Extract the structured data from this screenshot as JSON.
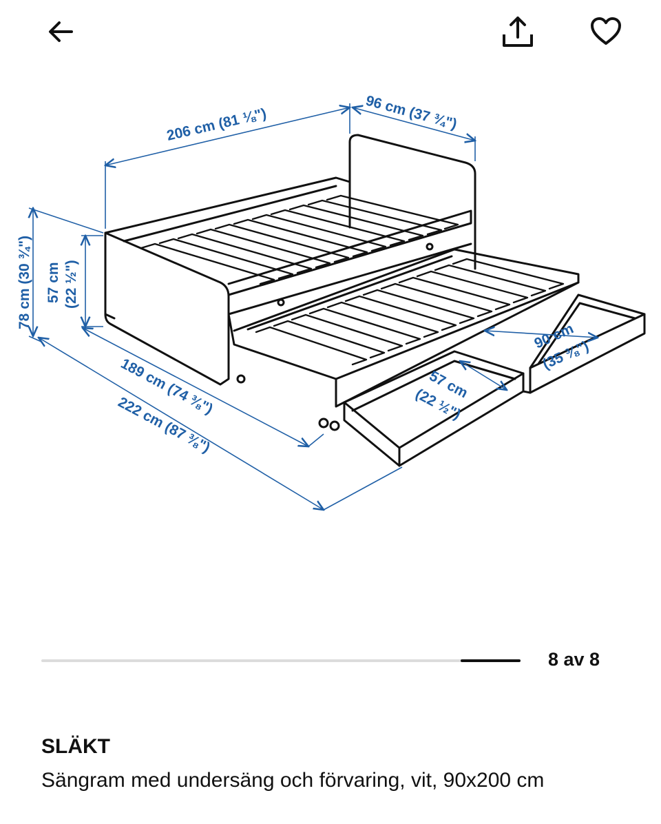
{
  "header": {
    "back_icon": "arrow-left-icon",
    "share_icon": "share-upload-icon",
    "favorite_icon": "heart-outline-icon"
  },
  "drawing": {
    "labels": {
      "length_total": "206 cm (81 ⅛\")",
      "width_total": "96 cm (37 ¾\")",
      "height_total": "78 cm (30 ¾\")",
      "height_side": "57 cm",
      "height_side_in": "(22 ½\")",
      "underbed_length": "189 cm (74 ⅜\")",
      "extended_length": "222 cm (87 ⅜\")",
      "drawer_width": "90 cm",
      "drawer_width_in": "(35 ⅜\")",
      "drawer_depth": "57 cm",
      "drawer_depth_in": "(22 ½\")"
    },
    "line_color": "#111111",
    "dimension_color": "#1f5fa6"
  },
  "gallery": {
    "counter": "8 av 8",
    "current": 8,
    "total": 8
  },
  "product": {
    "name": "SLÄKT",
    "description": "Sängram med undersäng och förvaring, vit, 90x200 cm"
  }
}
